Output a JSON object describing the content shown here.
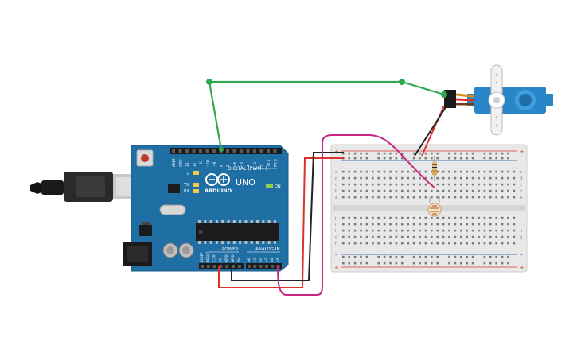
{
  "arduino": {
    "brand": "ARDUINO",
    "model": "UNO",
    "digital_header": "DIGITAL (PWM~)",
    "power_header": "POWER",
    "analog_header": "ANALOG IN",
    "on_label": "ON",
    "led_l": "L",
    "led_tx": "TX",
    "led_rx": "RX",
    "digital_pins": [
      "AREF",
      "GND",
      "13",
      "12",
      "~11",
      "~10",
      "~9",
      "8",
      "7",
      "~6",
      "~5",
      "4",
      "~3",
      "2",
      "TX 1",
      "RX 0"
    ],
    "power_pins": [
      "IOREF",
      "RESET",
      "3.3V",
      "5V",
      "GND",
      "GND",
      "Vin"
    ],
    "analog_pins": [
      "A0",
      "A1",
      "A2",
      "A3",
      "A4",
      "A5"
    ]
  },
  "breadboard": {
    "row_letters_top": [
      "a",
      "b",
      "c",
      "d",
      "e"
    ],
    "row_letters_bottom": [
      "f",
      "g",
      "h",
      "i",
      "j"
    ],
    "plus": "+",
    "minus": "-"
  },
  "colors": {
    "board": "#1f6fa5",
    "servo": "#2a86c9",
    "wire_green": "#2fa84f",
    "wire_red": "#d9342b",
    "wire_black": "#222222",
    "wire_magenta": "#c8287f"
  }
}
